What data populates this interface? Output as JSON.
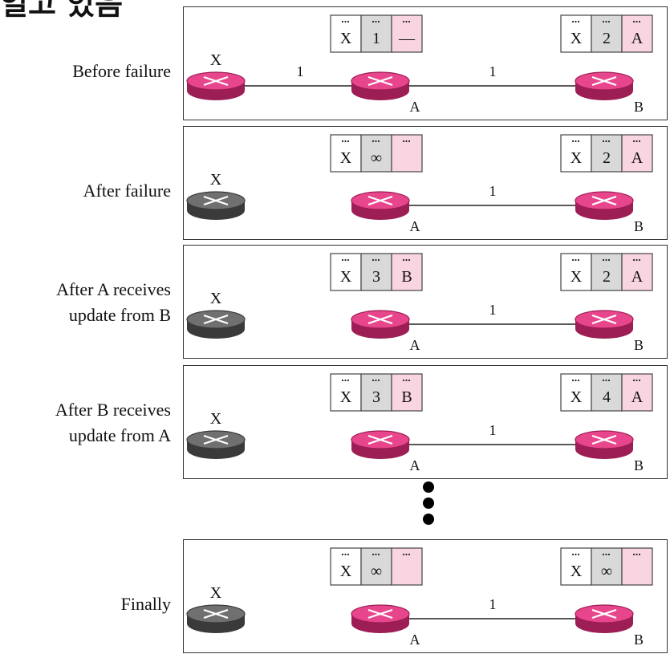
{
  "header": {
    "text": "일고 있음"
  },
  "colors": {
    "router_active": "#e8468c",
    "router_active_dark": "#9d1d55",
    "router_failed": "#707070",
    "router_failed_dark": "#3a3a3a",
    "cell_dest": "#ffffff",
    "cell_cost": "#d9d9d9",
    "cell_next": "#f9d4e1"
  },
  "panels": [
    {
      "label": "Before failure",
      "node_x": "X",
      "node_a": "A",
      "node_b": "B",
      "link_xa_cost": "1",
      "link_ab_cost": "1",
      "table_a": [
        "X",
        "1",
        "—"
      ],
      "table_b": [
        "X",
        "2",
        "A"
      ]
    },
    {
      "label": "After failure",
      "node_x": "X",
      "node_a": "A",
      "node_b": "B",
      "link_xa_cost": "",
      "link_ab_cost": "1",
      "table_a": [
        "X",
        "∞",
        ""
      ],
      "table_b": [
        "X",
        "2",
        "A"
      ]
    },
    {
      "label": "After A receives\nupdate from B",
      "node_x": "X",
      "node_a": "A",
      "node_b": "B",
      "link_xa_cost": "",
      "link_ab_cost": "1",
      "table_a": [
        "X",
        "3",
        "B"
      ],
      "table_b": [
        "X",
        "2",
        "A"
      ]
    },
    {
      "label": "After B receives\nupdate from A",
      "node_x": "X",
      "node_a": "A",
      "node_b": "B",
      "link_xa_cost": "",
      "link_ab_cost": "1",
      "table_a": [
        "X",
        "3",
        "B"
      ],
      "table_b": [
        "X",
        "4",
        "A"
      ]
    },
    {
      "label": "Finally",
      "node_x": "X",
      "node_a": "A",
      "node_b": "B",
      "link_xa_cost": "",
      "link_ab_cost": "1",
      "table_a": [
        "X",
        "∞",
        ""
      ],
      "table_b": [
        "X",
        "∞",
        ""
      ]
    }
  ],
  "continuation": {
    "icon": "vertical-ellipsis-icon"
  }
}
